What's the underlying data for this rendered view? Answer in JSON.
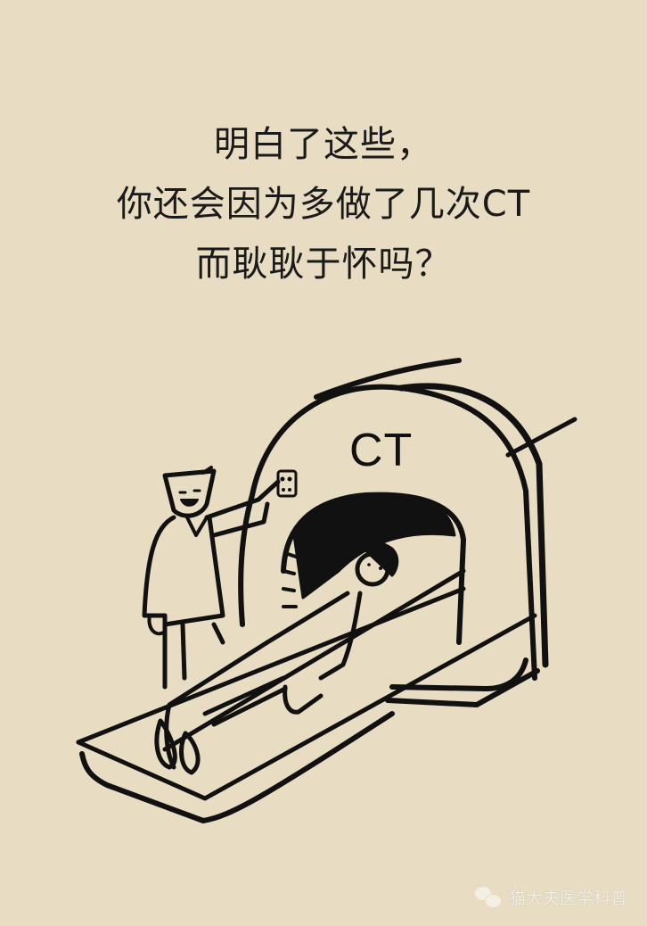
{
  "headline": {
    "line1": "明白了这些，",
    "line2": "你还会因为多做了几次CT",
    "line3": "而耿耿于怀吗？"
  },
  "illustration": {
    "machine_label": "CT",
    "description": "Cartoon of a smiling cat-like technician pressing a button on a CT scanner while a patient lies on the scanner table"
  },
  "watermark": {
    "icon": "wechat-icon",
    "text": "猫大夫医学科普"
  },
  "colors": {
    "background": "#e8dcc3",
    "ink": "#111111",
    "watermark": "#f4efe4"
  }
}
